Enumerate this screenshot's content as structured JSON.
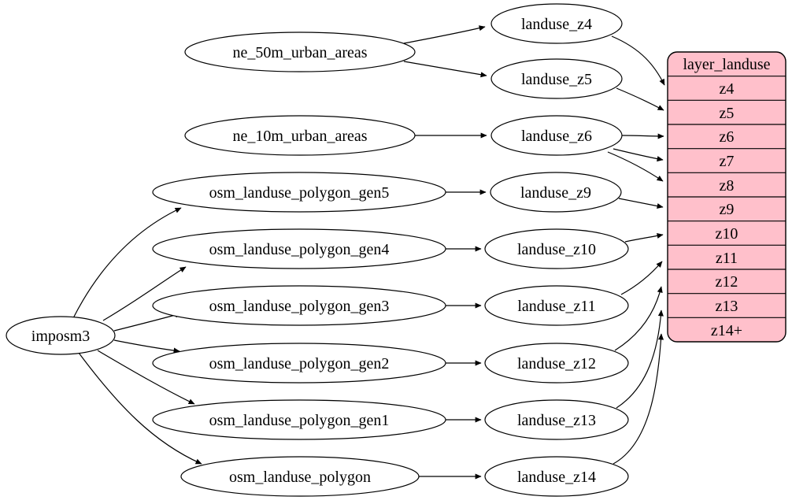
{
  "diagram": {
    "type": "graphviz-dependency-graph",
    "background_color": "#ffffff",
    "node_fill_color": "#ffffff",
    "node_stroke_color": "#000000",
    "edge_color": "#000000",
    "record_fill_color": "#ffc0cb"
  },
  "nodes": {
    "imposm3": "imposm3",
    "ne_50m_urban_areas": "ne_50m_urban_areas",
    "ne_10m_urban_areas": "ne_10m_urban_areas",
    "osm_landuse_polygon_gen5": "osm_landuse_polygon_gen5",
    "osm_landuse_polygon_gen4": "osm_landuse_polygon_gen4",
    "osm_landuse_polygon_gen3": "osm_landuse_polygon_gen3",
    "osm_landuse_polygon_gen2": "osm_landuse_polygon_gen2",
    "osm_landuse_polygon_gen1": "osm_landuse_polygon_gen1",
    "osm_landuse_polygon": "osm_landuse_polygon",
    "landuse_z4": "landuse_z4",
    "landuse_z5": "landuse_z5",
    "landuse_z6": "landuse_z6",
    "landuse_z9": "landuse_z9",
    "landuse_z10": "landuse_z10",
    "landuse_z11": "landuse_z11",
    "landuse_z12": "landuse_z12",
    "landuse_z13": "landuse_z13",
    "landuse_z14": "landuse_z14"
  },
  "table": {
    "title": "layer_landuse",
    "rows": [
      "z4",
      "z5",
      "z6",
      "z7",
      "z8",
      "z9",
      "z10",
      "z11",
      "z12",
      "z13",
      "z14+"
    ]
  },
  "edges": [
    {
      "from": "imposm3",
      "to": "osm_landuse_polygon_gen5"
    },
    {
      "from": "imposm3",
      "to": "osm_landuse_polygon_gen4"
    },
    {
      "from": "imposm3",
      "to": "osm_landuse_polygon_gen3"
    },
    {
      "from": "imposm3",
      "to": "osm_landuse_polygon_gen2"
    },
    {
      "from": "imposm3",
      "to": "osm_landuse_polygon_gen1"
    },
    {
      "from": "imposm3",
      "to": "osm_landuse_polygon"
    },
    {
      "from": "ne_50m_urban_areas",
      "to": "landuse_z4"
    },
    {
      "from": "ne_50m_urban_areas",
      "to": "landuse_z5"
    },
    {
      "from": "ne_10m_urban_areas",
      "to": "landuse_z6"
    },
    {
      "from": "osm_landuse_polygon_gen5",
      "to": "landuse_z9"
    },
    {
      "from": "osm_landuse_polygon_gen4",
      "to": "landuse_z10"
    },
    {
      "from": "osm_landuse_polygon_gen3",
      "to": "landuse_z11"
    },
    {
      "from": "osm_landuse_polygon_gen2",
      "to": "landuse_z12"
    },
    {
      "from": "osm_landuse_polygon_gen1",
      "to": "landuse_z13"
    },
    {
      "from": "osm_landuse_polygon",
      "to": "landuse_z14"
    },
    {
      "from": "landuse_z4",
      "to": "layer_landuse:z4"
    },
    {
      "from": "landuse_z5",
      "to": "layer_landuse:z5"
    },
    {
      "from": "landuse_z6",
      "to": "layer_landuse:z6"
    },
    {
      "from": "landuse_z6",
      "to": "layer_landuse:z7"
    },
    {
      "from": "landuse_z6",
      "to": "layer_landuse:z8"
    },
    {
      "from": "landuse_z9",
      "to": "layer_landuse:z9"
    },
    {
      "from": "landuse_z10",
      "to": "layer_landuse:z10"
    },
    {
      "from": "landuse_z11",
      "to": "layer_landuse:z11"
    },
    {
      "from": "landuse_z12",
      "to": "layer_landuse:z12"
    },
    {
      "from": "landuse_z13",
      "to": "layer_landuse:z13"
    },
    {
      "from": "landuse_z14",
      "to": "layer_landuse:z14+"
    }
  ]
}
